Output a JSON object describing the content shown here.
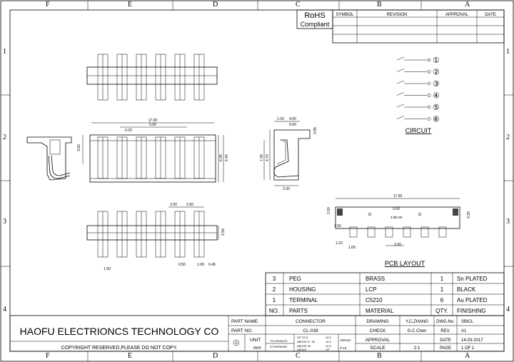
{
  "zone_letters": [
    "F",
    "E",
    "D",
    "C",
    "B",
    "A"
  ],
  "zone_numbers": [
    "1",
    "2",
    "3",
    "4"
  ],
  "rohs": {
    "line1": "RoHS",
    "line2": "Compliant"
  },
  "revision_table": {
    "headers": [
      "SYMBOL",
      "REVISION",
      "APPROVAL",
      "DATE"
    ]
  },
  "circuit": {
    "pins": [
      "①",
      "②",
      "③",
      "④",
      "⑤",
      "⑥"
    ],
    "label": "CIRCUIT"
  },
  "pcb_layout": {
    "label": "PCB LAYOUT",
    "dims": {
      "overall": "17.00",
      "pitch": "2.50",
      "span": "5.00",
      "hole": "2-Ø2.00",
      "d1": "2.00",
      "d2": "1.50",
      "d3": "1.23",
      "d4": "1.00",
      "d5": "3.30"
    }
  },
  "front_view_dims": {
    "overall": "17.00",
    "span": "5.00",
    "pitch": "0.20",
    "h1": "3.65",
    "h2": "6.40",
    "h3": "6.45"
  },
  "side_view_dims": {
    "a": "1.30",
    "b": "4.00",
    "c": "0.60",
    "d": "0.55",
    "e": "4.70",
    "f": "7.30",
    "g": "3.30"
  },
  "bottom_view_dims": {
    "a": "2.50",
    "b": "2.50",
    "c": "2.50",
    "d": "1.00",
    "e": "0.50",
    "f": "1.00",
    "g": "0.45"
  },
  "parts": [
    {
      "no": "3",
      "part": "PEG",
      "material": "BRASS",
      "qty": "1",
      "finish": "Sn PLATED"
    },
    {
      "no": "2",
      "part": "HOUSING",
      "material": "LCP",
      "qty": "1",
      "finish": "BLACK"
    },
    {
      "no": "1",
      "part": "TERMINAL",
      "material": "C5210",
      "qty": "6",
      "finish": "Au PLATED"
    }
  ],
  "parts_header": {
    "no": "NO.",
    "part": "PARTS",
    "material": "MATERIAL",
    "qty": "QTY.",
    "finish": "FINISHING"
  },
  "title_block": {
    "company": "HAOFU ELECTRIONCS TECHNOLOGY CO",
    "copyright": "COPYRIGHT RESERVED,PLEASE DO NOT COPY.",
    "part_name_label": "PART NAME",
    "part_name": "CONNECTOR",
    "part_no_label": "PART NO.",
    "part_no": "CL-038",
    "unit_label": "UNIT",
    "unit": "mm",
    "tolerance_label": "TOLERANCE",
    "otherwise_label": "OTHERWISE",
    "tol_rows": [
      {
        "range": "UP TO 5",
        "tol": "±0.2"
      },
      {
        "range": "ABOVE 5 ~30",
        "tol": "±0.3"
      },
      {
        "range": "ABOVE 30",
        "tol": "±0.5"
      },
      {
        "range": "ANGLE",
        "tol": "±3°"
      }
    ],
    "angle_label": "ANGLE",
    "angle_value": "0°±3",
    "drawing_label": "DRAWING",
    "drawing_by": "Y,C,ZHANG",
    "check_label": "CHECK",
    "check_by": "G.C.Chen",
    "approval_label": "APPROVAL",
    "approval_by": "",
    "scale_label": "SCALE",
    "scale": "2:1",
    "dwg_no_label": "DWG.No.",
    "dwg_no": "SBICL",
    "rev_label": "REV.",
    "rev": "A1",
    "date_label": "DATE",
    "date": "14-03-2017",
    "page_label": "PAGE",
    "page": "1 OF 1"
  }
}
